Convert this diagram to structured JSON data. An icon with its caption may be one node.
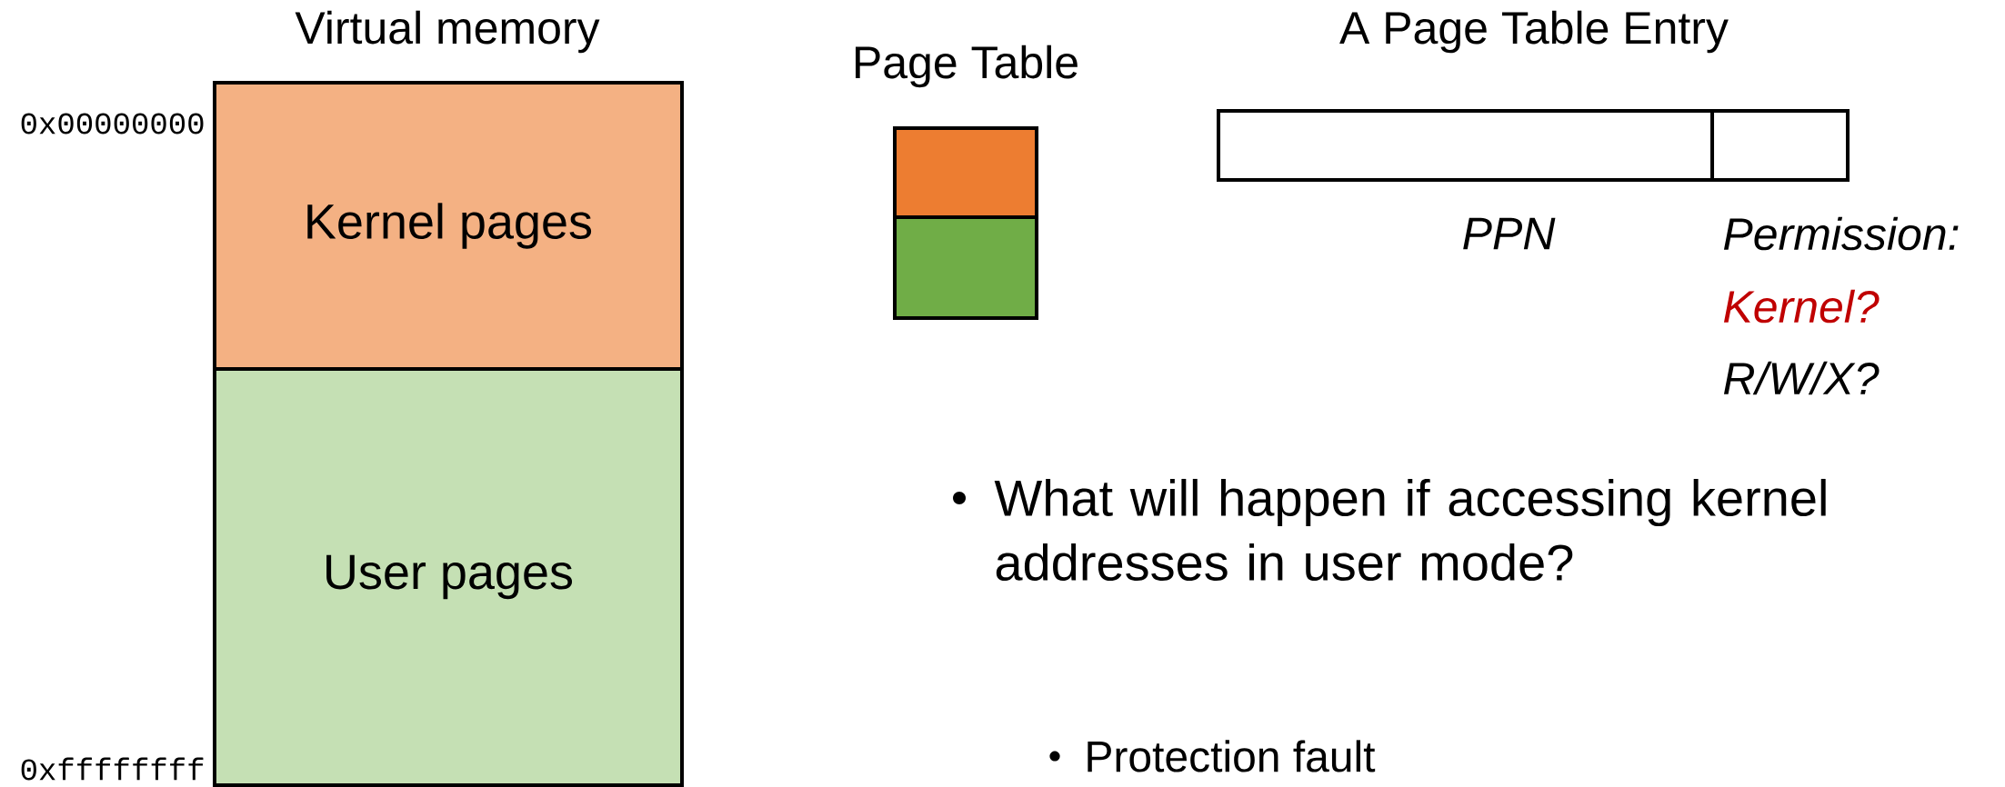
{
  "diagram": {
    "nodes": [
      {
        "text": [
          "Virtual memory"
        ]
      },
      {
        "text": [
          "Kernel pages"
        ],
        "in": 0,
        "beside": [
          "0x00000000"
        ]
      },
      {
        "text": [
          "User pages"
        ],
        "in": 0,
        "beside": [
          "0xffffffff"
        ]
      },
      {
        "text": [
          "Page Table"
        ]
      },
      {
        "text": [],
        "shape": "box",
        "in": 3
      },
      {
        "text": [],
        "shape": "box",
        "in": 3
      },
      {
        "text": [
          "A Page Table Entry"
        ]
      },
      {
        "text": [
          "PPN"
        ],
        "in": 6
      },
      {
        "text": [
          "Permission:",
          "Kernel?",
          "R/W/X?"
        ],
        "in": 6
      }
    ],
    "labels": [
      "What will happen if accessing kernel addresses in user mode?",
      "Protection fault"
    ]
  }
}
